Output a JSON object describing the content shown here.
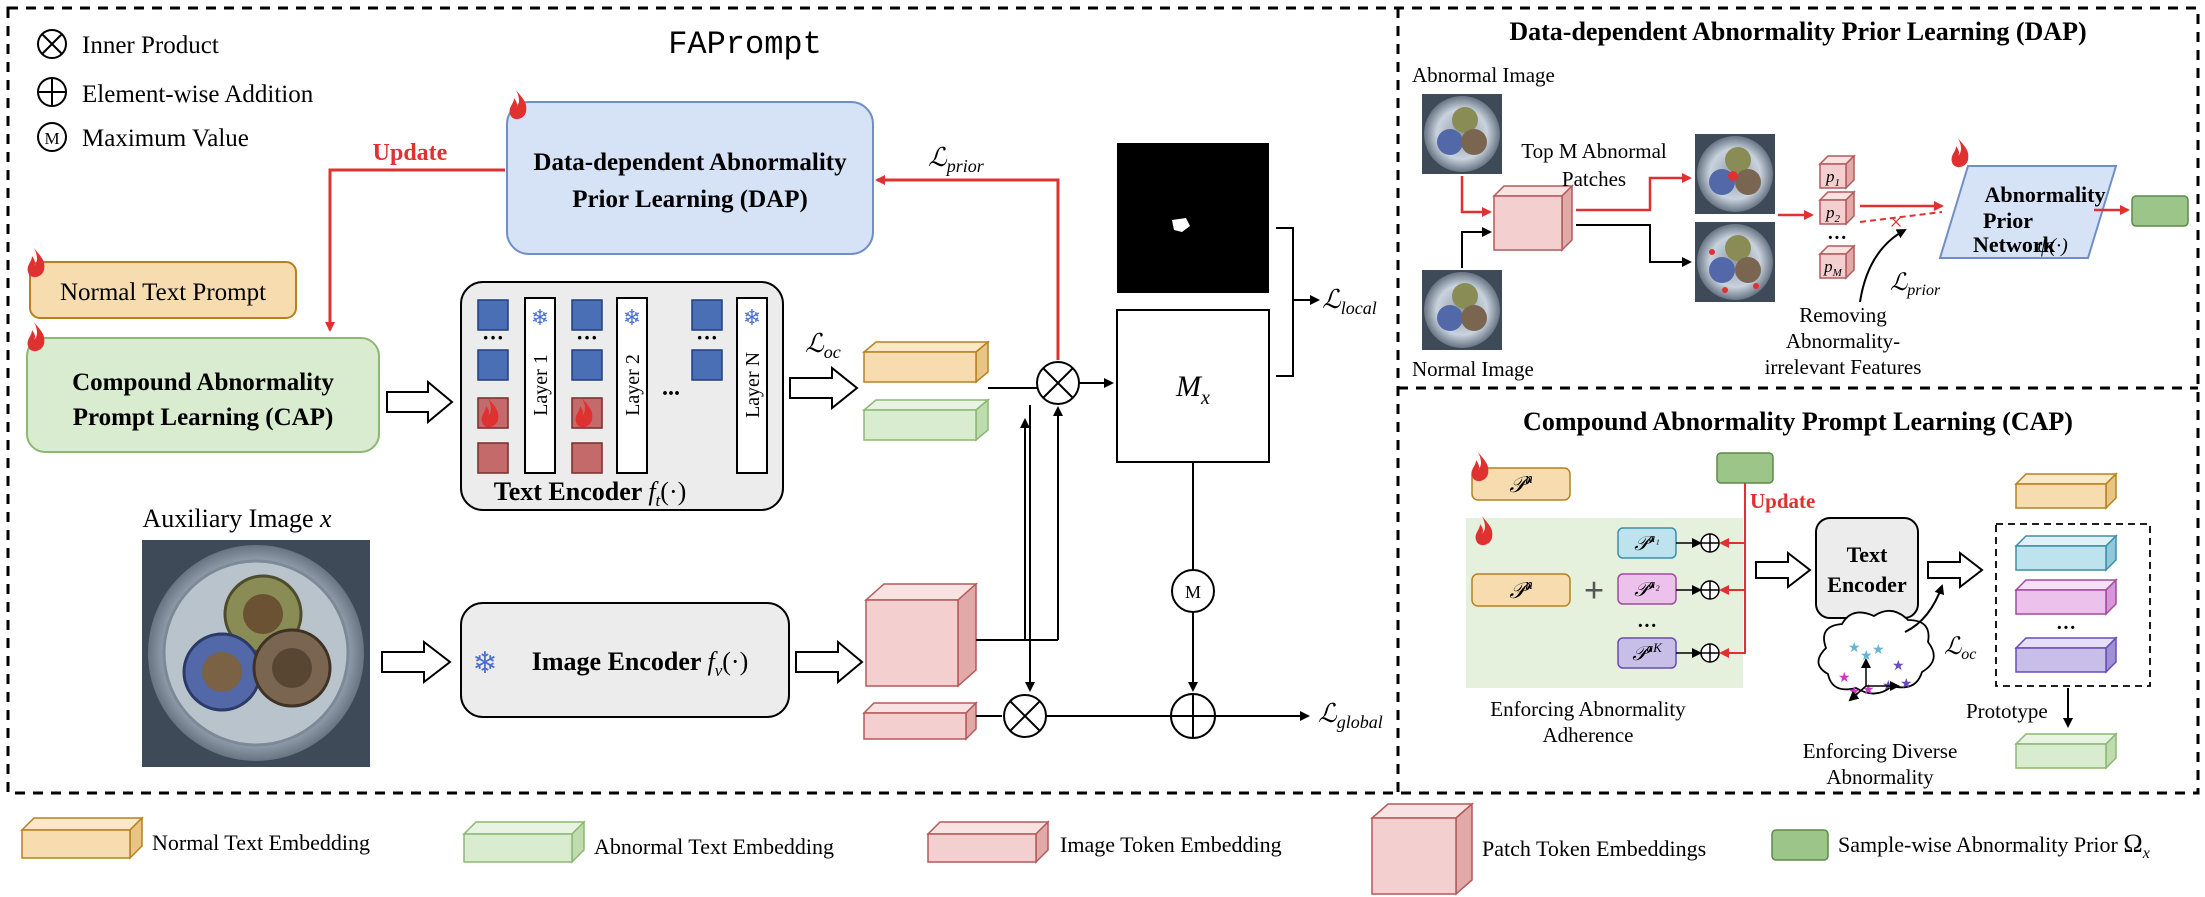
{
  "legend_symbols": {
    "inner_product": "Inner Product",
    "element_addition": "Element-wise Addition",
    "maximum_value": "Maximum Value",
    "m_glyph": "M"
  },
  "main": {
    "title": "FAPrompt",
    "update_label": "Update",
    "dap_box": "Data-dependent Abnormality Prior Learning (DAP)",
    "normal_text_prompt": "Normal Text Prompt",
    "cap_box": "Compound Abnormality Prompt Learning (CAP)",
    "layers": [
      "Layer 1",
      "Layer 2",
      "Layer N"
    ],
    "ellipsis": "...",
    "text_encoder": "Text Encoder",
    "text_encoder_fn": "f",
    "text_encoder_sub": "t",
    "image_encoder": "Image Encoder",
    "image_encoder_fn": "f",
    "image_encoder_sub": "v",
    "fn_arg": "(·)",
    "aux_image": "Auxiliary Image",
    "aux_var": "x",
    "mx": "M",
    "mx_sub": "x",
    "loss_prior": "prior",
    "loss_oc": "oc",
    "loss_local": "local",
    "loss_global": "global",
    "loss_symbol": "ℒ"
  },
  "dap": {
    "title": "Data-dependent Abnormality Prior Learning (DAP)",
    "abnormal_image": "Abnormal Image",
    "normal_image": "Normal Image",
    "top_m": "Top M Abnormal",
    "patches": "Patches",
    "p1": "p",
    "p1_sub": "1",
    "p2": "p",
    "p2_sub": "2",
    "pm": "p",
    "pm_sub": "M",
    "network_l1": "Abnormality",
    "network_l2": "Prior",
    "network_l3": "Network",
    "psi": "ψ(·)",
    "removing_l1": "Removing",
    "removing_l2": "Abnormality-",
    "removing_l3": "irrelevant Features",
    "cross_mark": "×"
  },
  "cap": {
    "title": "Compound Abnormality Prompt Learning (CAP)",
    "update_label": "Update",
    "pn": "𝒫",
    "pn_sup": "n",
    "pa1_sup": "a₁",
    "pa2_sup": "a₂",
    "pak_sup": "a_K",
    "plus": "+",
    "text_encoder_l1": "Text",
    "text_encoder_l2": "Encoder",
    "adherence_l1": "Enforcing Abnormality",
    "adherence_l2": "Adherence",
    "diverse_l1": "Enforcing Diverse",
    "diverse_l2": "Abnormality",
    "prototype": "Prototype",
    "loss_oc": "oc"
  },
  "legend": {
    "normal_text": "Normal Text Embedding",
    "abnormal_text": "Abnormal Text Embedding",
    "image_token": "Image Token Embedding",
    "patch_token": "Patch Token Embeddings",
    "sample_prior": "Sample-wise Abnormality Prior",
    "omega": "Ω",
    "omega_sub": "x"
  },
  "colors": {
    "orange_fill": "#f6dcae",
    "orange_stroke": "#b8801f",
    "green_fill": "#d9ecd0",
    "green_stroke": "#8cb874",
    "pink_fill": "#f3cfcf",
    "pink_stroke": "#b35a5a",
    "blue_fill": "#d6e2f6",
    "blue_stroke": "#6f8fc6",
    "red": "#e03131",
    "cyan_fill": "#bde3ef",
    "magenta_fill": "#ecc2ec",
    "purple_fill": "#c8bfe8",
    "sq_blue": "#4a6fb5",
    "sq_red": "#c56a6a",
    "prior_green": "#9cc58a"
  }
}
